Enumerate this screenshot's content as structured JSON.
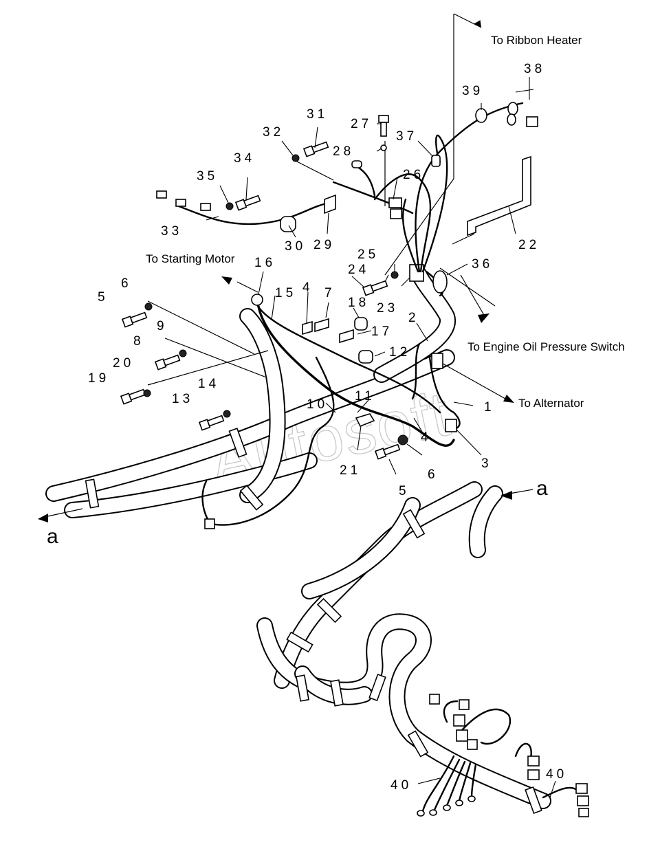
{
  "watermark": "Autosoft",
  "destinations": {
    "ribbon_heater": "To Ribbon Heater",
    "starting_motor": "To Starting Motor",
    "oil_pressure_switch": "To Engine Oil Pressure Switch",
    "alternator": "To Alternator"
  },
  "connection_marks": {
    "left": "a",
    "right": "a"
  },
  "callouts": {
    "c1": "1",
    "c2": "2",
    "c3": "3",
    "c4a": "4",
    "c4b": "4",
    "c5a": "5",
    "c5b": "5",
    "c6a": "6",
    "c6b": "6",
    "c7": "7",
    "c8": "8",
    "c9": "9",
    "c10": "10",
    "c11": "11",
    "c12": "12",
    "c13": "13",
    "c14": "14",
    "c15": "15",
    "c16": "16",
    "c17": "17",
    "c18": "18",
    "c19": "19",
    "c20": "20",
    "c21": "21",
    "c22": "22",
    "c23": "23",
    "c24": "24",
    "c25": "25",
    "c26": "26",
    "c27": "27",
    "c28": "28",
    "c29": "29",
    "c30": "30",
    "c31": "31",
    "c32": "32",
    "c33": "33",
    "c34": "34",
    "c35": "35",
    "c36": "36",
    "c37": "37",
    "c38": "38",
    "c39": "39",
    "c40a": "40",
    "c40b": "40"
  }
}
